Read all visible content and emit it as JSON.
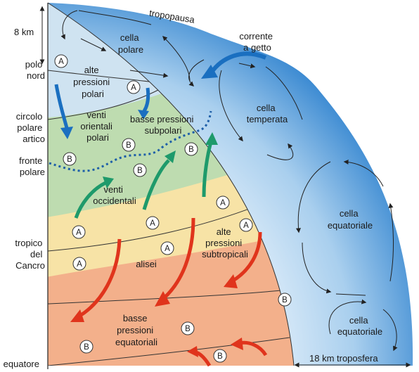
{
  "colors": {
    "atmosphere_outer": "#3f8fd4",
    "atmosphere_inner": "#dcecf8",
    "polar_zone": "#cfe3f1",
    "subpolar_zone": "#bedcb0",
    "subtropical_zone": "#f7e3a6",
    "equatorial_zone": "#f3b08b",
    "arrow_blue": "#1a6fc0",
    "arrow_green": "#1e9a6b",
    "arrow_red": "#e0341c",
    "front_line": "#1e5fa8",
    "line": "#222222"
  },
  "labels": {
    "height_8km": "8 km",
    "tropopause": "tropopausa",
    "polar_cell": [
      "cella",
      "polare"
    ],
    "jet_stream": [
      "corrente",
      "a getto"
    ],
    "north_pole": [
      "polo",
      "nord"
    ],
    "polar_highs": [
      "alte",
      "pressioni",
      "polari"
    ],
    "arctic_circle": [
      "circolo",
      "polare",
      "artico"
    ],
    "polar_easterlies": [
      "venti",
      "orientali",
      "polari"
    ],
    "subpolar_lows": [
      "basse pressioni",
      "subpolari"
    ],
    "temperate_cell": [
      "cella",
      "temperata"
    ],
    "polar_front": [
      "fronte",
      "polare"
    ],
    "westerlies": [
      "venti",
      "occidentali"
    ],
    "equatorial_cell_upper": [
      "cella",
      "equatoriale"
    ],
    "tropic_of_cancer": [
      "tropico",
      "del",
      "Cancro"
    ],
    "subtropical_highs": [
      "alte",
      "pressioni",
      "subtropicali"
    ],
    "trade_winds": "alisei",
    "equatorial_lows": [
      "basse",
      "pressioni",
      "equatoriali"
    ],
    "equatorial_cell_lower": [
      "cella",
      "equatoriale"
    ],
    "equator": "equatore",
    "troposphere_18km": "18 km troposfera"
  },
  "markers": {
    "high": "A",
    "low": "B"
  }
}
